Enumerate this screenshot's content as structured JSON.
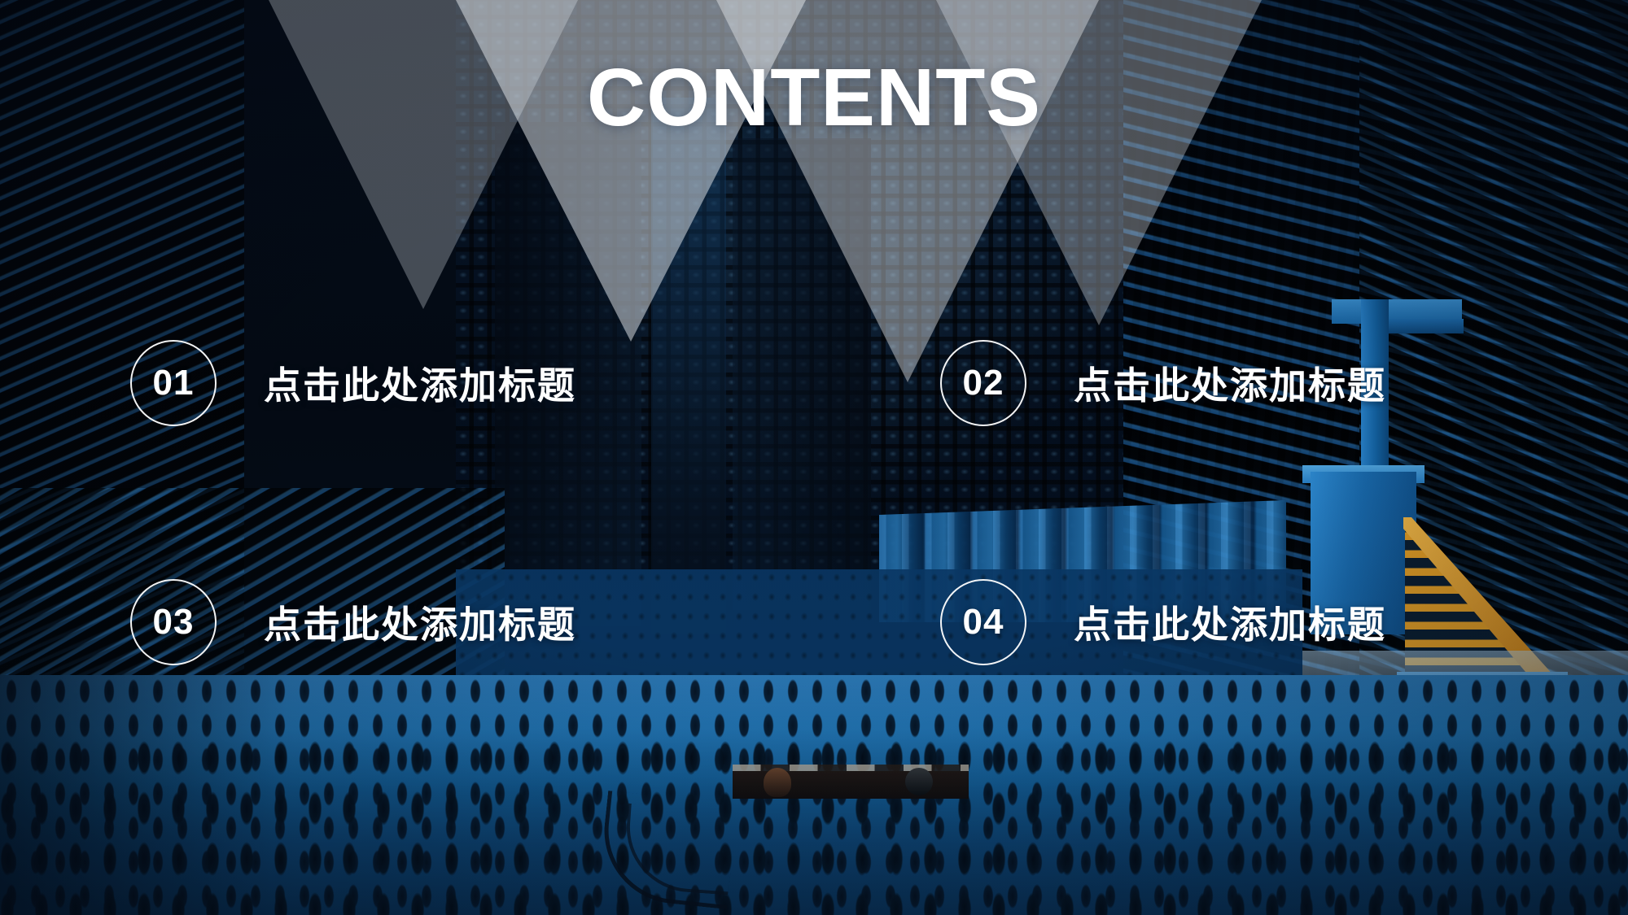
{
  "slide": {
    "title": "CONTENTS",
    "background_description": "anechoic-chamber-photo",
    "watermark_shape": "double-v-chevron",
    "colors": {
      "title_text": "#ffffff",
      "item_text": "#ffffff",
      "circle_stroke": "#ffffff",
      "background_dark": "#05080f",
      "background_blue": "#1768aa",
      "accent_orange": "#f0a522",
      "accent_blue": "#2f90da"
    }
  },
  "contents": {
    "items": [
      {
        "number": "01",
        "label": "点击此处添加标题"
      },
      {
        "number": "02",
        "label": "点击此处添加标题"
      },
      {
        "number": "03",
        "label": "点击此处添加标题"
      },
      {
        "number": "04",
        "label": "点击此处添加标题"
      }
    ]
  }
}
